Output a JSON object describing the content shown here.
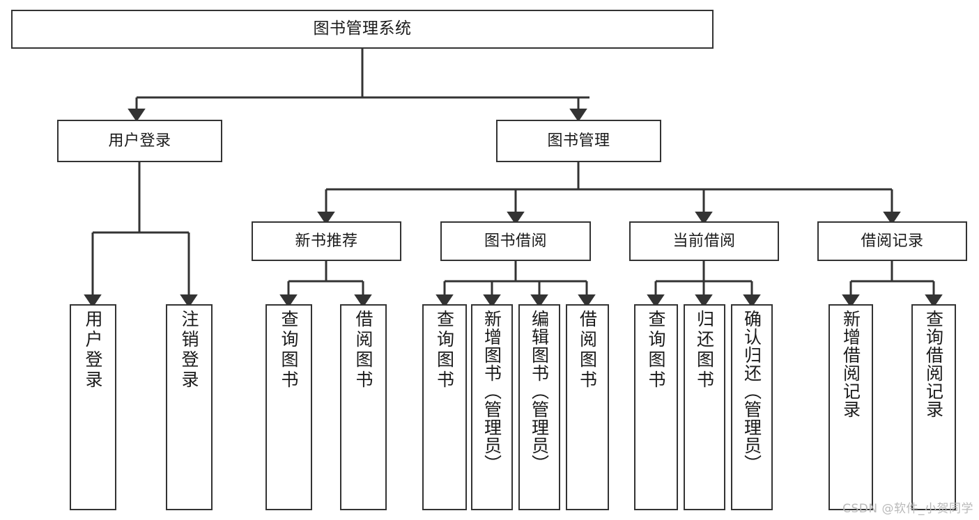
{
  "diagram": {
    "title": "图书管理系统",
    "type": "tree",
    "watermark": "CSDN @软件_小贺同学",
    "colors": {
      "border": "#333333",
      "fill": "#ffffff",
      "text": "#1a1a1a",
      "edge": "#333333",
      "watermark": "#b9b9b9",
      "background": "#ffffff"
    },
    "nodes": {
      "root": {
        "label": "图书管理系统"
      },
      "level2": [
        {
          "id": "user-login",
          "label": "用户登录"
        },
        {
          "id": "book-manage",
          "label": "图书管理"
        }
      ],
      "level3": [
        {
          "id": "new-book-rec",
          "label": "新书推荐"
        },
        {
          "id": "book-borrow",
          "label": "图书借阅"
        },
        {
          "id": "current-borrow",
          "label": "当前借阅"
        },
        {
          "id": "borrow-record",
          "label": "借阅记录"
        }
      ],
      "leaves": {
        "user_login": [
          {
            "id": "leaf-user-login",
            "label": "用户登录"
          },
          {
            "id": "leaf-logout-login",
            "label": "注销登录"
          }
        ],
        "new_book_rec": [
          {
            "id": "leaf-query-book-1",
            "label": "查询图书"
          },
          {
            "id": "leaf-borrow-book-1",
            "label": "借阅图书"
          }
        ],
        "book_borrow": [
          {
            "id": "leaf-query-book-2",
            "label": "查询图书"
          },
          {
            "id": "leaf-add-book",
            "label": "新增图书（管理员）"
          },
          {
            "id": "leaf-edit-book",
            "label": "编辑图书（管理员）"
          },
          {
            "id": "leaf-borrow-book-2",
            "label": "借阅图书"
          }
        ],
        "current_borrow": [
          {
            "id": "leaf-query-book-3",
            "label": "查询图书"
          },
          {
            "id": "leaf-return-book",
            "label": "归还图书"
          },
          {
            "id": "leaf-confirm-return",
            "label": "确认归还（管理员）"
          }
        ],
        "borrow_record": [
          {
            "id": "leaf-add-record",
            "label": "新增借阅记录"
          },
          {
            "id": "leaf-query-record",
            "label": "查询借阅记录"
          }
        ]
      }
    }
  }
}
